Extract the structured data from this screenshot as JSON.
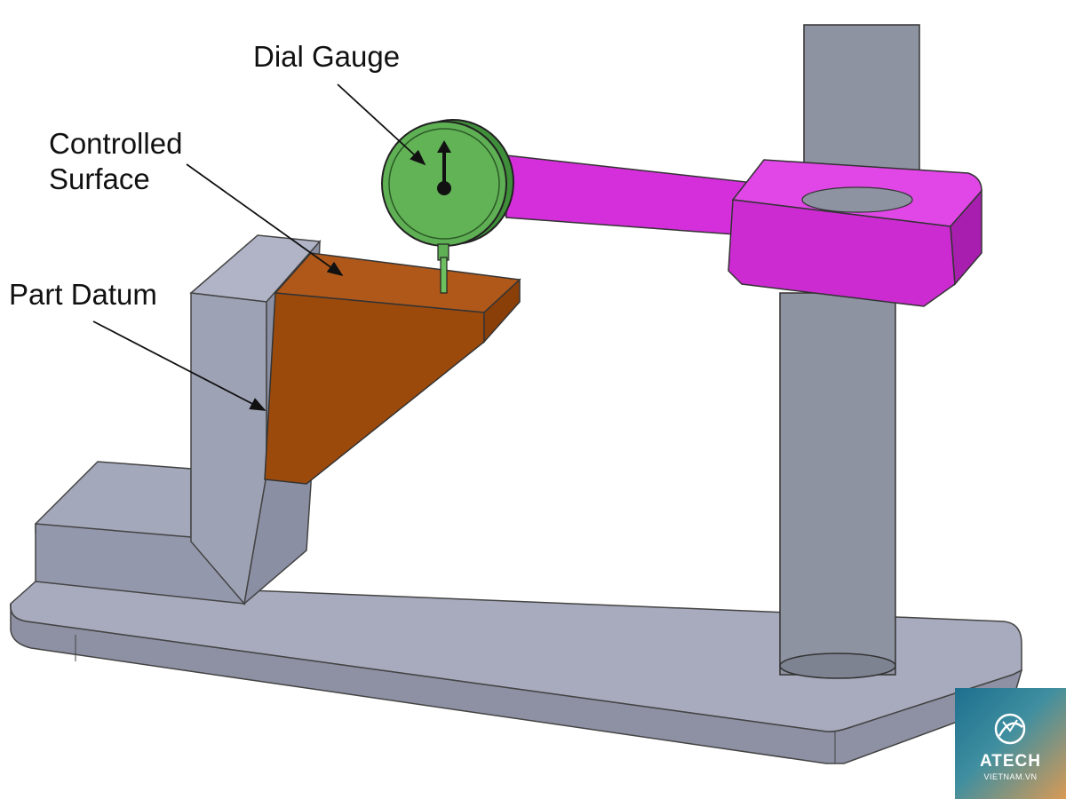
{
  "labels": {
    "dial_gauge": "Dial Gauge",
    "controlled_surface_line1": "Controlled",
    "controlled_surface_line2": "Surface",
    "part_datum": "Part Datum"
  },
  "logo": {
    "brand": "ATECH",
    "sub": "VIETNAM.VN"
  },
  "colors": {
    "fixture": "#9a9fb5",
    "part": "#a3530f",
    "gauge": "#5bab4f",
    "arm": "#d02ed6",
    "column": "#8a8f9c"
  }
}
